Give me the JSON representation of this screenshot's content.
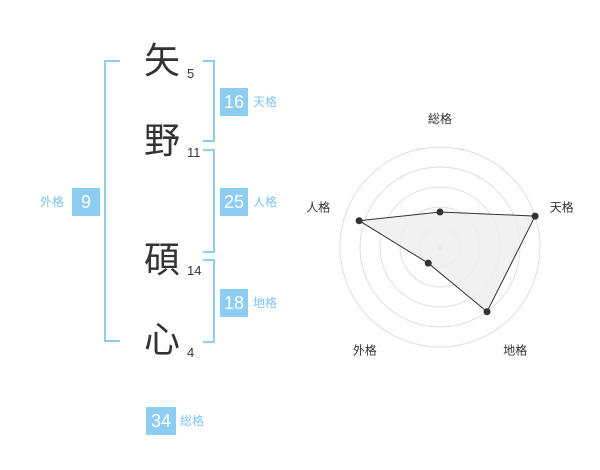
{
  "name": {
    "chars": [
      {
        "char": "矢",
        "strokes": "5"
      },
      {
        "char": "野",
        "strokes": "11"
      },
      {
        "char": "碩",
        "strokes": "14"
      },
      {
        "char": "心",
        "strokes": "4"
      }
    ]
  },
  "scores": {
    "tenkaku": {
      "value": "16",
      "label": "天格"
    },
    "jinkaku": {
      "value": "25",
      "label": "人格"
    },
    "chikaku": {
      "value": "18",
      "label": "地格"
    },
    "gaikaku": {
      "value": "9",
      "label": "外格"
    },
    "soukaku": {
      "value": "34",
      "label": "総格"
    }
  },
  "colors": {
    "accent": "#8ecdf2",
    "accent_text": "#7dc3ee",
    "radar_fill": "#eeeeee"
  },
  "chart_data": {
    "type": "radar",
    "axes": [
      "総格",
      "天格",
      "地格",
      "外格",
      "人格"
    ],
    "values": [
      0.35,
      1.0,
      0.8,
      0.2,
      0.85
    ],
    "rings": 5
  }
}
